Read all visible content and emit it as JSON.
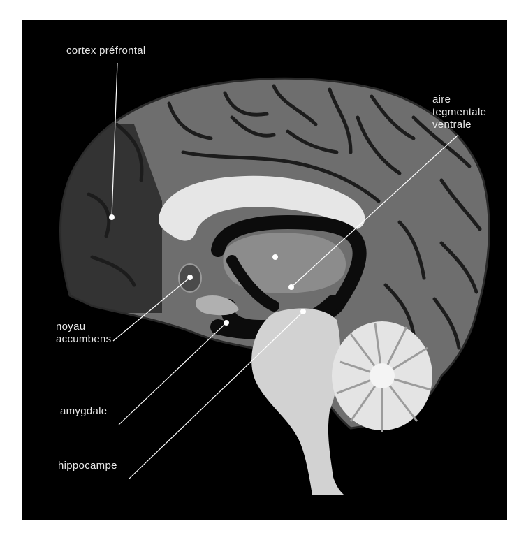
{
  "labels": {
    "prefrontal_cortex": "cortex préfrontal",
    "vta_line1": "aire",
    "vta_line2": "tegmentale",
    "vta_line3": "ventrale",
    "nucleus_accumbens_line1": "noyau",
    "nucleus_accumbens_line2": "accumbens",
    "amygdala": "amygdale",
    "hippocampus": "hippocampe"
  },
  "colors": {
    "background": "#000000",
    "cortex": "#6e6e6e",
    "sulcus": "#1c1c1c",
    "highlight_region": "#2c2c2c",
    "corpus_callosum": "#e6e6e6",
    "brainstem": "#d2d2d2",
    "cerebellum": "#e4e4e4",
    "label_text": "#e8e8e8",
    "leader_line": "#ffffff"
  }
}
